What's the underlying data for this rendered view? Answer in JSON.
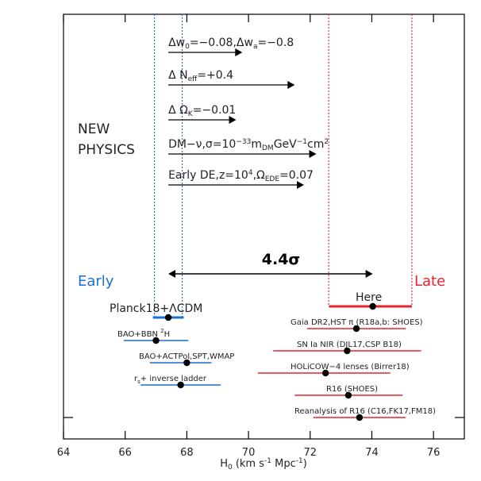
{
  "chart_data": {
    "type": "scatter",
    "xlabel": "H",
    "xlabel_sub": "0",
    "xlabel_units": " (km s",
    "xlabel_units_sup": "-1",
    "xlabel_units_mid": " Mpc",
    "xlabel_units_sup2": "-1",
    "xlabel_units_end": ")",
    "xlim": [
      64,
      77
    ],
    "xticks": [
      64,
      66,
      68,
      70,
      72,
      74,
      76
    ],
    "xtick_labels": [
      "64",
      "66",
      "68",
      "70",
      "72",
      "74",
      "76"
    ],
    "grid": false,
    "new_physics_label": [
      "NEW",
      "PHYSICS"
    ],
    "early_label": "Early",
    "late_label": "Late",
    "tension_label": "4.4σ",
    "tension_range": [
      67.4,
      74.03
    ],
    "early_band": [
      66.95,
      67.85
    ],
    "late_band": [
      72.6,
      75.3
    ],
    "arrows": [
      {
        "start": 67.4,
        "end": 69.8,
        "text": "Δw<sub>0</sub>=−0.08,Δw<sub>a</sub>=−0.8"
      },
      {
        "start": 67.4,
        "end": 71.5,
        "text": "Δ N<sub>eff</sub>=+0.4"
      },
      {
        "start": 67.4,
        "end": 69.6,
        "text": "Δ Ω<sub>K</sub>=−0.01"
      },
      {
        "start": 67.4,
        "end": 72.2,
        "text": "DM−ν,σ=10<sup>−33</sup>m<sub>DM</sub>GeV<sup>−1</sup>cm<sup>2</sup>"
      },
      {
        "start": 67.4,
        "end": 71.8,
        "text": "Early DE,z=10<sup>4</sup>,Ω<sub>EDE</sub>=0.07"
      }
    ],
    "early_measurements": [
      {
        "label": "Planck18+ΛCDM",
        "value": 67.4,
        "lo": 66.9,
        "hi": 67.9
      },
      {
        "label": "BAO+BBN <sup>2</sup>H",
        "value": 67.0,
        "lo": 65.95,
        "hi": 68.05
      },
      {
        "label": "BAO+ACTPol,SPT,WMAP",
        "value": 68.0,
        "lo": 66.8,
        "hi": 68.8
      },
      {
        "label": "r<sub>s</sub>+ inverse ladder",
        "value": 67.8,
        "lo": 66.5,
        "hi": 69.1
      }
    ],
    "late_measurements": [
      {
        "label": "Here",
        "value": 74.03,
        "lo": 72.61,
        "hi": 75.3
      },
      {
        "label": "Gaia DR2,HST π (R18a,b: SHOES)",
        "value": 73.5,
        "lo": 71.9,
        "hi": 75.1
      },
      {
        "label": "SN Ia NIR (DJL17,CSP B18)",
        "value": 73.2,
        "lo": 70.8,
        "hi": 75.6
      },
      {
        "label": "HOLiCOW−4 lenses (Birrer18)",
        "value": 72.5,
        "lo": 70.3,
        "hi": 74.6
      },
      {
        "label": "R16 (SHOES)",
        "value": 73.24,
        "lo": 71.5,
        "hi": 75.0
      },
      {
        "label": "Reanalysis of R16 (C16,FK17,FM18)",
        "value": 73.6,
        "lo": 72.1,
        "hi": 75.1
      }
    ],
    "colors": {
      "early": "#1f6fd0",
      "late": "#e8232a",
      "text": "#222222",
      "axis": "#000000"
    }
  }
}
